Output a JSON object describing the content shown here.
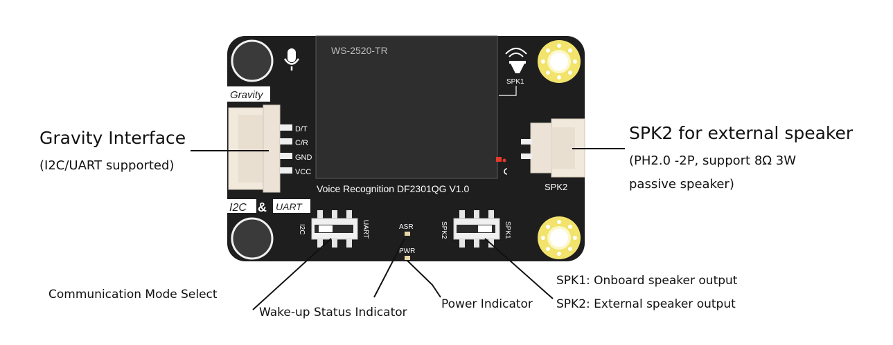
{
  "board": {
    "chip_label": "WS-2520-TR",
    "title": "Voice Recognition DF2301QG V1.0",
    "gravity_tag": "Gravity",
    "pins": [
      "D/T",
      "C/R",
      "GND",
      "VCC"
    ],
    "spk1_label": "SPK1",
    "spk2_label": "SPK2",
    "i2c_label": "I2C",
    "amp_label": "&",
    "uart_label": "UART",
    "switch_left": {
      "left": "I2C",
      "right": "UART"
    },
    "switch_right": {
      "left": "SPK2",
      "right": "SPK1"
    },
    "asr_label": "ASR",
    "pwr_label": "PWR"
  },
  "callouts": {
    "gravity_title": "Gravity Interface",
    "gravity_sub": "(I2C/UART supported)",
    "spk2_title": "SPK2 for external speaker",
    "spk2_sub1": "(PH2.0 -2P, support 8Ω 3W",
    "spk2_sub2": "passive speaker)",
    "comm_mode": "Communication Mode Select",
    "wakeup": "Wake-up Status Indicator",
    "power": "Power Indicator",
    "spk1_out": "SPK1: Onboard speaker output",
    "spk2_out": "SPK2: External speaker output"
  },
  "colors": {
    "board": "#1e1e1e",
    "screen": "#2d2d2d",
    "mount_pad": "#f1e36b",
    "connector": "#f2e9dd"
  }
}
